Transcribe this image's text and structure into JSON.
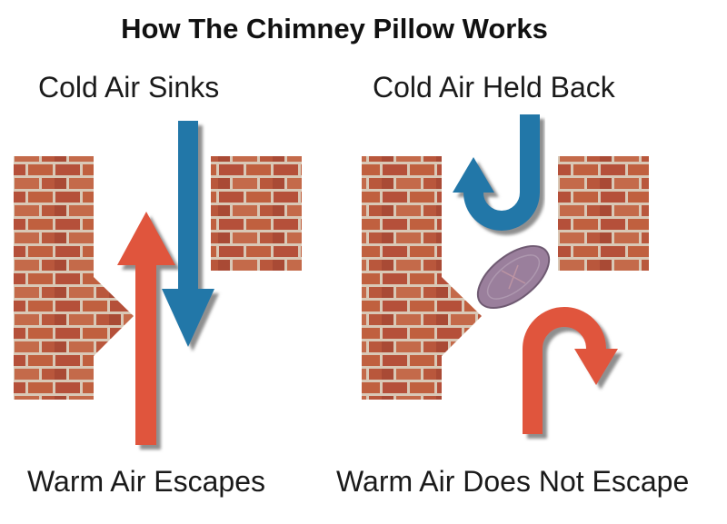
{
  "title": "How The Chimney Pillow Works",
  "panels": {
    "left": {
      "top_label": "Cold Air Sinks",
      "bottom_label": "Warm Air Escapes"
    },
    "right": {
      "top_label": "Cold Air Held Back",
      "bottom_label": "Warm Air Does Not Escape"
    }
  },
  "colors": {
    "cold_air": "#2277a8",
    "warm_air": "#e0553d",
    "brick": "#b5503a",
    "mortar": "#d9c8b6",
    "pillow": "#9a7f9c"
  }
}
